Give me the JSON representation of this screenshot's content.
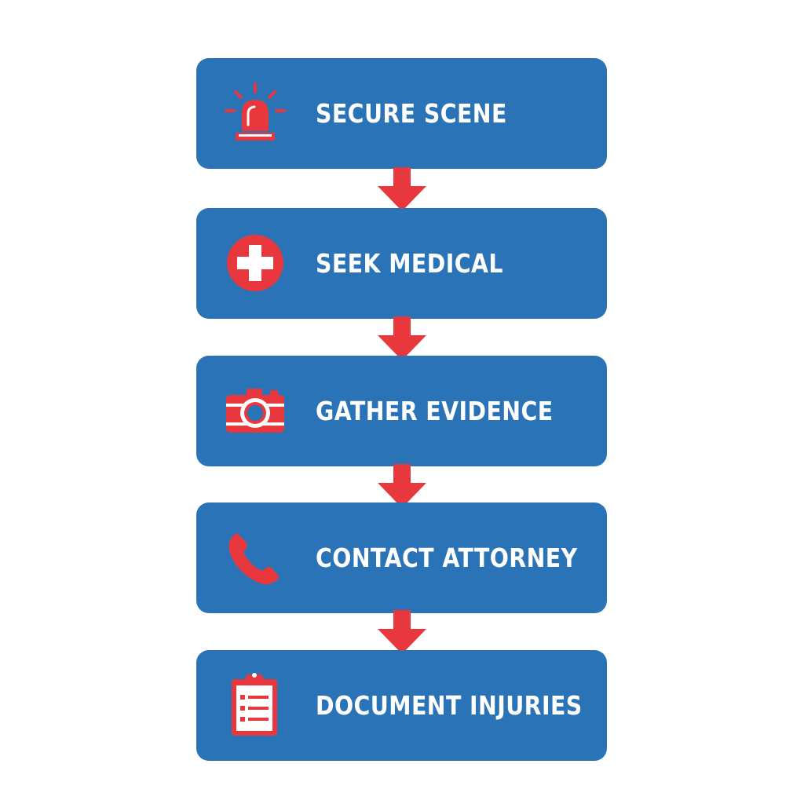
{
  "colors": {
    "box": "#2a73b7",
    "icon": "#e8383d",
    "arrow": "#e8383d",
    "text": "#ffffff",
    "background": "#ffffff"
  },
  "steps": [
    {
      "label": "SECURE SCENE",
      "icon": "siren-icon"
    },
    {
      "label": "SEEK MEDICAL",
      "icon": "medical-cross-icon"
    },
    {
      "label": "GATHER EVIDENCE",
      "icon": "camera-icon"
    },
    {
      "label": "CONTACT ATTORNEY",
      "icon": "phone-icon"
    },
    {
      "label": "DOCUMENT INJURIES",
      "icon": "clipboard-icon"
    }
  ]
}
